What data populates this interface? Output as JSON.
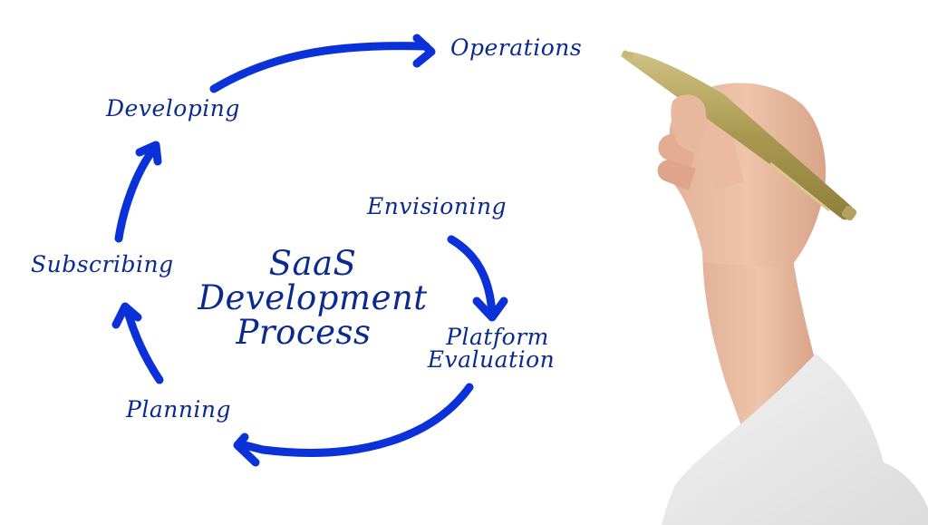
{
  "diagram": {
    "title_lines": [
      "SaaS",
      "Development",
      "Process"
    ],
    "steps": [
      {
        "id": "envisioning",
        "label": "Envisioning"
      },
      {
        "id": "platform-evaluation",
        "label_lines": [
          "Platform",
          "Evaluation"
        ]
      },
      {
        "id": "planning",
        "label": "Planning"
      },
      {
        "id": "subscribing",
        "label": "Subscribing"
      },
      {
        "id": "developing",
        "label": "Developing"
      },
      {
        "id": "operations",
        "label": "Operations"
      }
    ],
    "flow": [
      {
        "from": "Envisioning",
        "to": "Platform Evaluation"
      },
      {
        "from": "Platform Evaluation",
        "to": "Planning"
      },
      {
        "from": "Planning",
        "to": "Subscribing"
      },
      {
        "from": "Subscribing",
        "to": "Developing"
      },
      {
        "from": "Developing",
        "to": "Operations"
      }
    ],
    "colors": {
      "text": "#0b2a8f",
      "arrow": "#0a32d8",
      "background": "#ffffff",
      "pen": "#b3a35f",
      "skin": "#e7b79e",
      "sleeve": "#e9e9e9"
    }
  },
  "illustration": {
    "description": "hand holding a gold pen, wearing white sleeve"
  }
}
